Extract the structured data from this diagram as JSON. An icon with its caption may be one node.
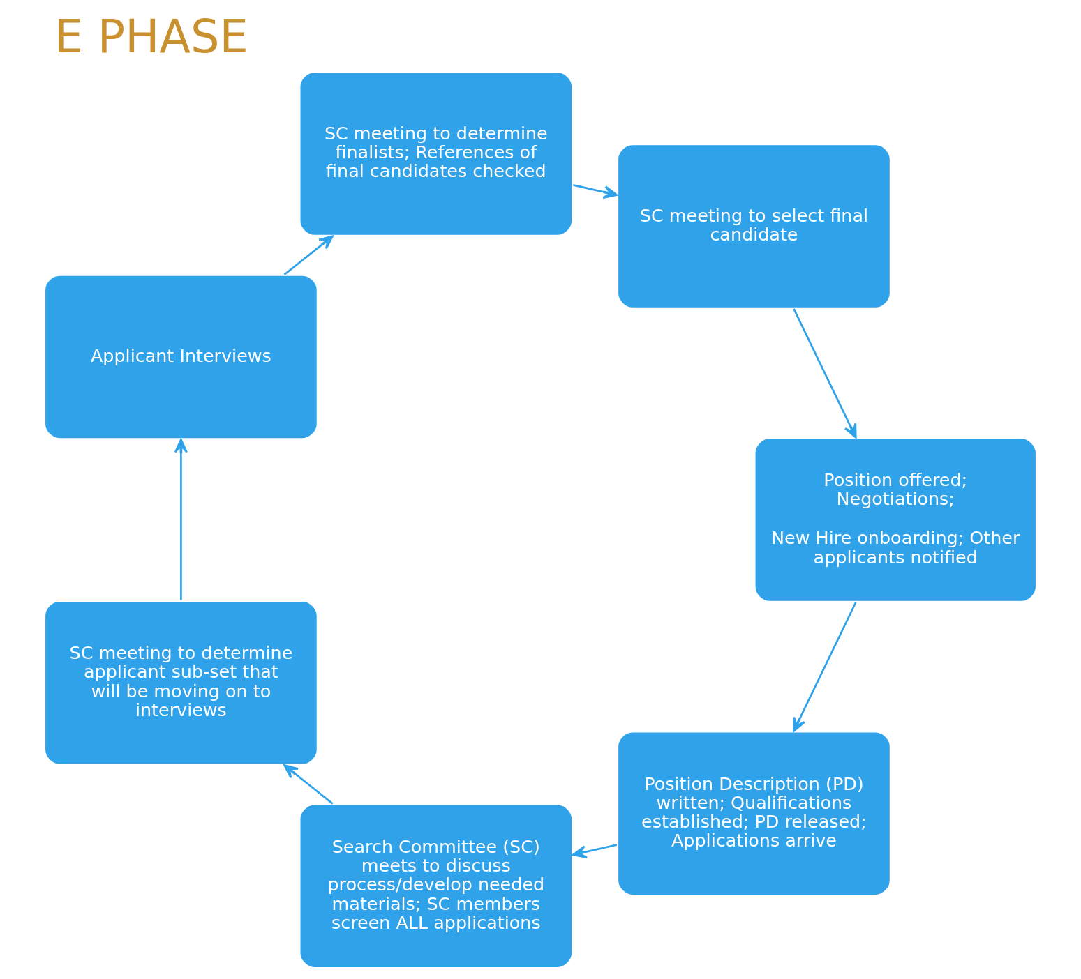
{
  "diagram": {
    "title": "E PHASE",
    "nodes": [
      {
        "text": [
          "Position Description (PD) written; Qualifications established; PD released; Applications arrive"
        ]
      },
      {
        "text": [
          "Position offered; Negotiations;",
          "New Hire onboarding; Other applicants notified"
        ]
      },
      {
        "text": [
          "Search Committee (SC) meets to discuss process/develop needed materials; SC members screen ALL applications"
        ]
      },
      {
        "text": [
          "SC meeting to select final candidate"
        ]
      },
      {
        "text": [
          "SC meeting to determine applicant sub-set that will be moving on to interviews"
        ]
      },
      {
        "text": [
          "SC meeting to determine finalists; References of final candidates checked"
        ]
      },
      {
        "text": [
          "Applicant Interviews"
        ]
      }
    ],
    "edges": [
      {
        "from": 0,
        "to": 2,
        "arrow": "to"
      },
      {
        "from": 2,
        "to": 4,
        "arrow": "to"
      },
      {
        "from": 4,
        "to": 6,
        "arrow": "to"
      },
      {
        "from": 6,
        "to": 5,
        "arrow": "to"
      },
      {
        "from": 5,
        "to": 3,
        "arrow": "to"
      },
      {
        "from": 3,
        "to": 1,
        "arrow": "to"
      },
      {
        "from": 1,
        "to": 0,
        "arrow": "to"
      }
    ]
  }
}
